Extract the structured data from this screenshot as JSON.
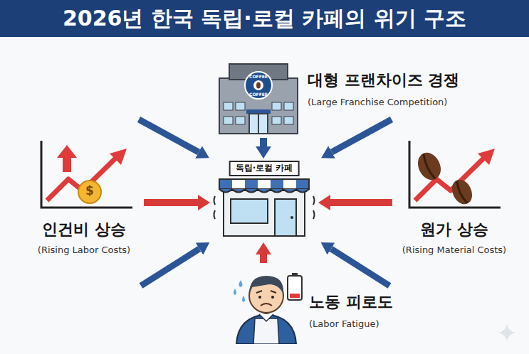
{
  "diagram": {
    "title": "2026년 한국 독립·로컬 카페의 위기 구조",
    "nodes": [
      {
        "text": [
          "대형 프랜차이즈 경쟁",
          "(Large Franchise Competition)"
        ]
      },
      {
        "text": [
          "인건비 상승",
          "(Rising Labor Costs)"
        ]
      },
      {
        "text": [
          "독립·로컬 카페"
        ]
      },
      {
        "text": [
          "원가 상승",
          "(Rising Material Costs)"
        ]
      },
      {
        "text": [
          "노동 피로도",
          "(Labor Fatigue)"
        ]
      }
    ],
    "edges": [
      {
        "from": 0,
        "to": 2,
        "arrow": "to"
      },
      {
        "from": 1,
        "to": 2,
        "arrow": "to"
      },
      {
        "from": 3,
        "to": 2,
        "arrow": "to"
      },
      {
        "from": 4,
        "to": 2,
        "arrow": "to"
      }
    ],
    "labels": [
      "COFFEE",
      "COFFEE",
      "$"
    ]
  }
}
